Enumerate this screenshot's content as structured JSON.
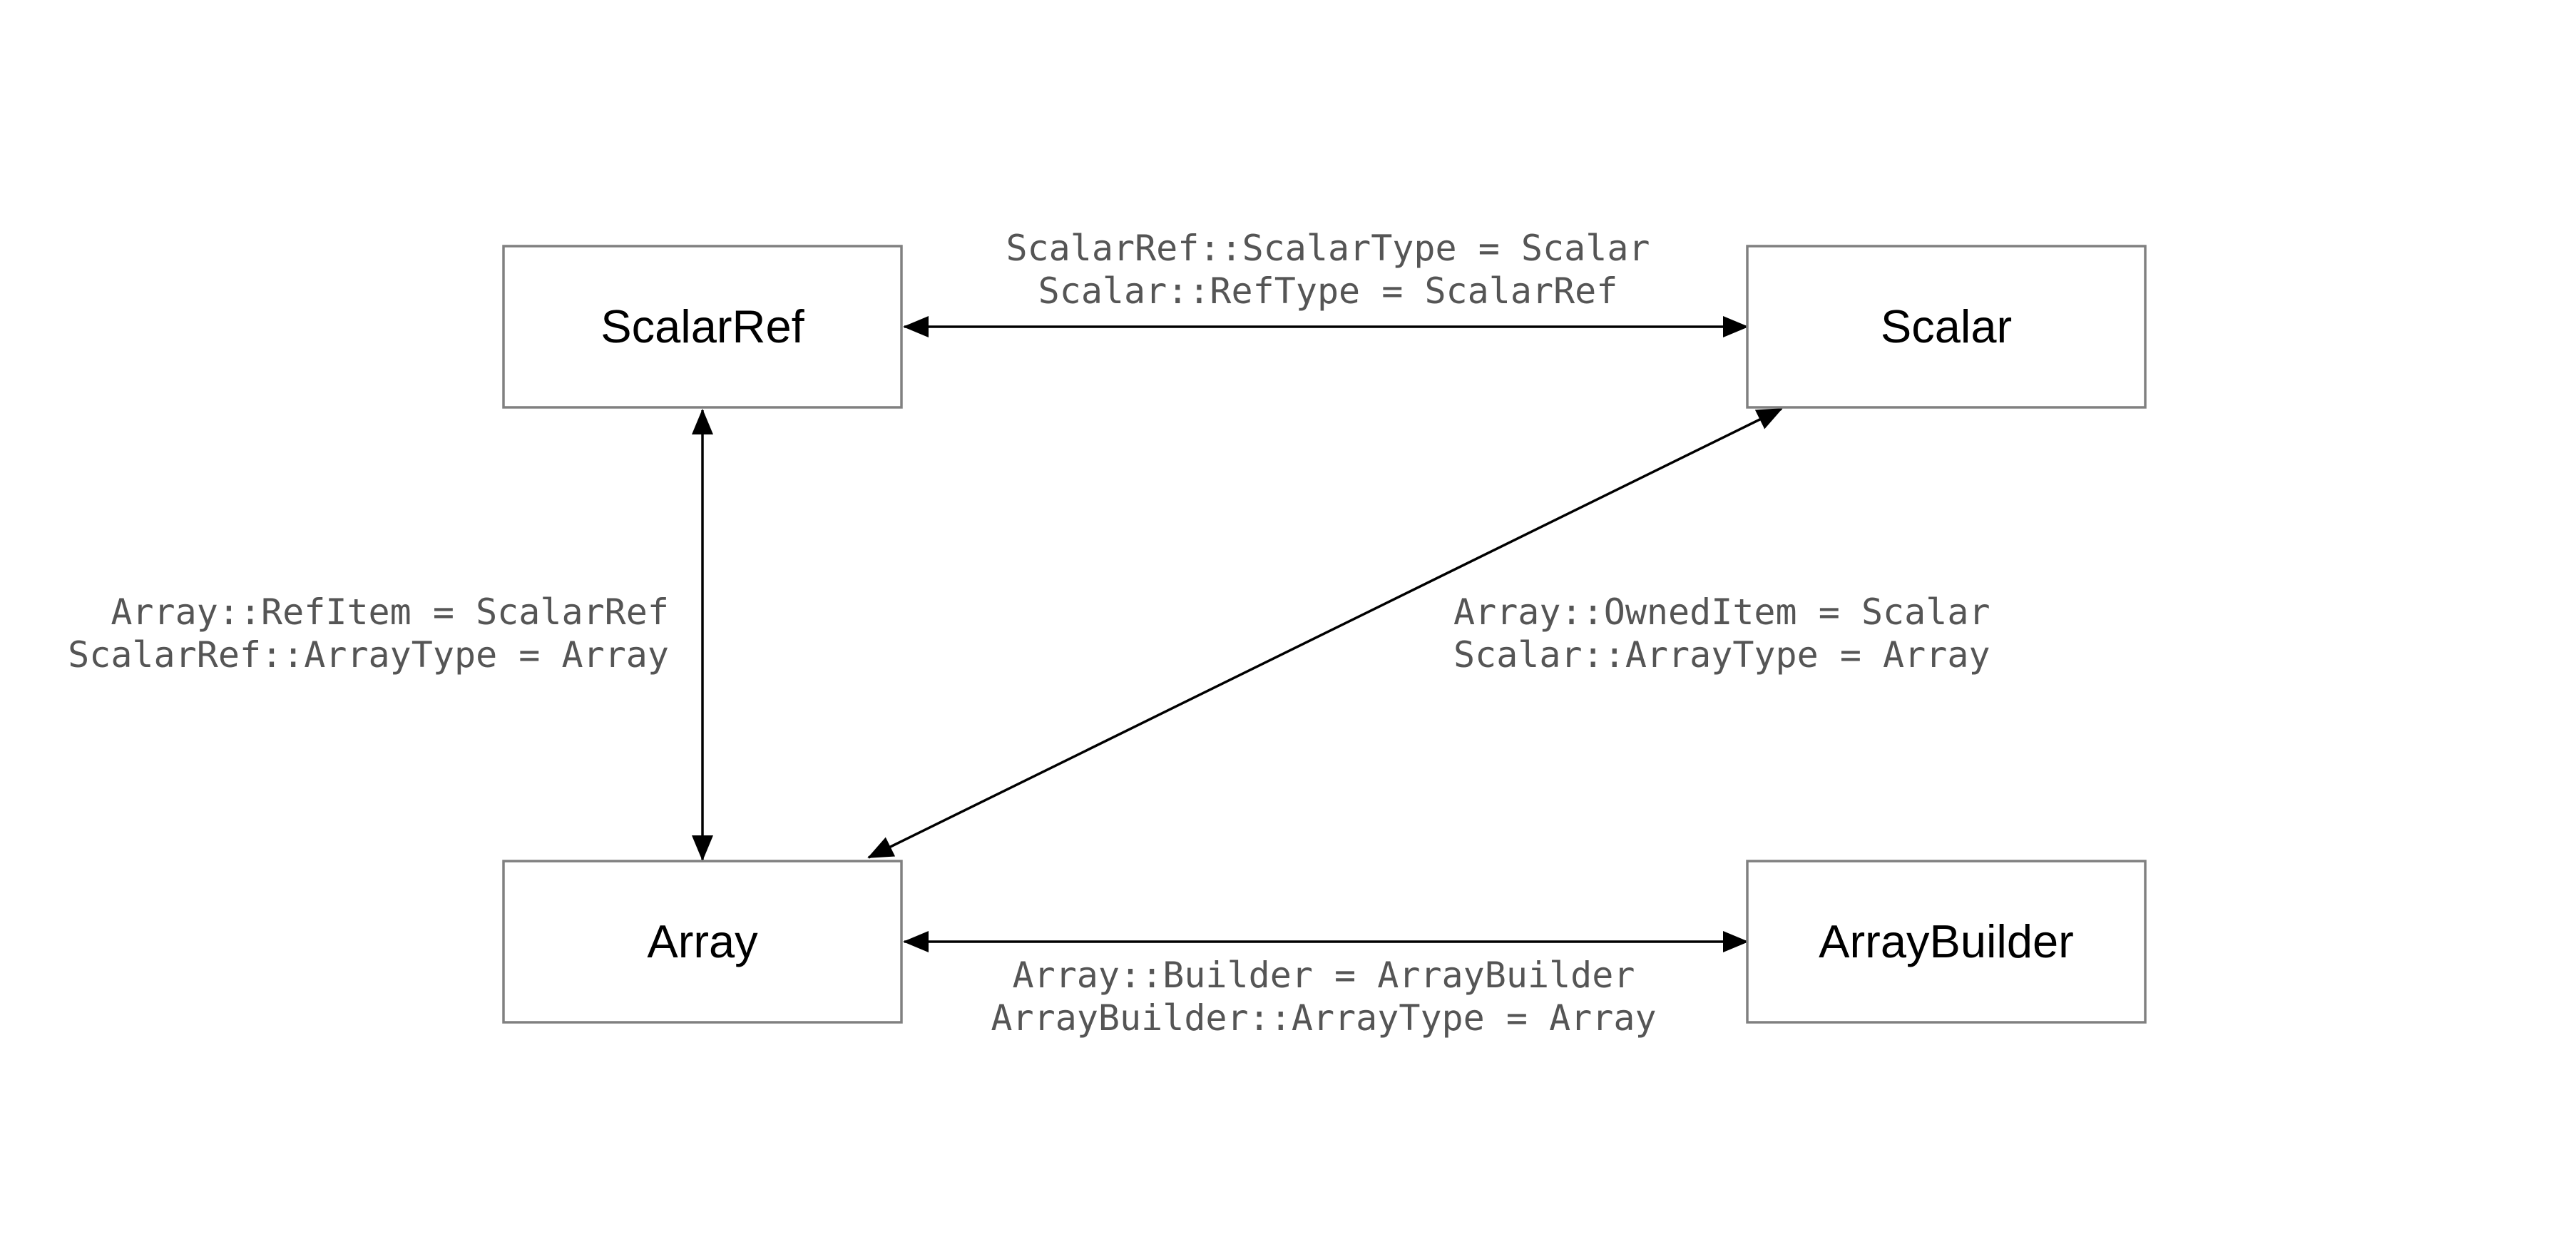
{
  "nodes": {
    "scalar_ref": "ScalarRef",
    "scalar": "Scalar",
    "array": "Array",
    "array_builder": "ArrayBuilder"
  },
  "edges": {
    "scalarref_scalar": {
      "line1": "ScalarRef::ScalarType = Scalar",
      "line2": "Scalar::RefType = ScalarRef"
    },
    "scalarref_array": {
      "line1": "Array::RefItem = ScalarRef",
      "line2": "ScalarRef::ArrayType = Array"
    },
    "array_scalar": {
      "line1": "Array::OwnedItem = Scalar",
      "line2": "Scalar::ArrayType = Array"
    },
    "array_arraybuilder": {
      "line1": "Array::Builder = ArrayBuilder",
      "line2": "ArrayBuilder::ArrayType = Array"
    }
  },
  "colors": {
    "box_stroke": "#808080",
    "arrow": "#000000",
    "edge_label": "#555555"
  }
}
